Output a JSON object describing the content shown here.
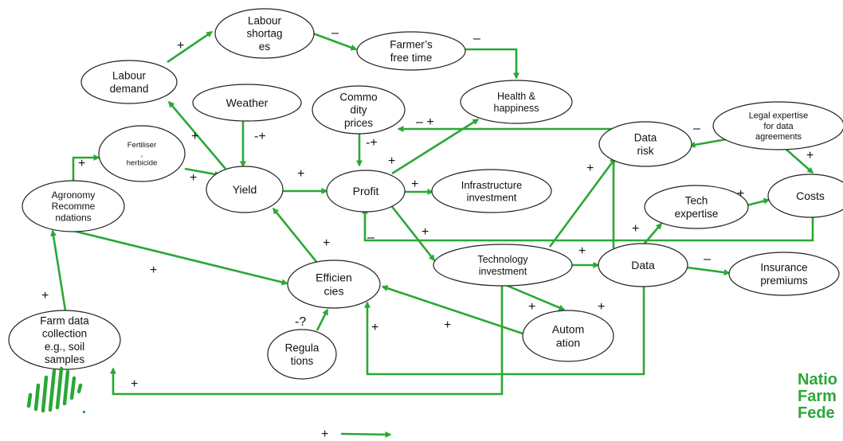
{
  "colors": {
    "edge": "#2aa836",
    "node_stroke": "#222222",
    "brand": "#2aa836"
  },
  "nodes": {
    "labour_shortages": [
      "Labour",
      "shortag",
      "es"
    ],
    "farmers_free_time": [
      "Farmer’s",
      "free time"
    ],
    "labour_demand": [
      "Labour",
      "demand"
    ],
    "weather": [
      "Weather"
    ],
    "commodity_prices": [
      "Commo",
      "dity",
      "prices"
    ],
    "health_happiness": [
      "Health &",
      "happiness"
    ],
    "legal_expertise": [
      "Legal expertise",
      "for data",
      "agreements"
    ],
    "data_risk": [
      "Data",
      "risk"
    ],
    "fertiliser": [
      "Fertiliser",
      ",",
      "herbicide"
    ],
    "agronomy": [
      "Agronomy",
      "Recomme",
      "ndations"
    ],
    "yield": [
      "Yield"
    ],
    "profit": [
      "Profit"
    ],
    "infrastructure": [
      "Infrastructure",
      "investment"
    ],
    "tech_expertise": [
      "Tech",
      "expertise"
    ],
    "costs": [
      "Costs"
    ],
    "technology_investment": [
      "Technology",
      "investment"
    ],
    "data": [
      "Data"
    ],
    "insurance": [
      "Insurance",
      "premiums"
    ],
    "efficiencies": [
      "Efficien",
      "cies"
    ],
    "farm_data": [
      "Farm data",
      "collection",
      "e.g., soil",
      "samples"
    ],
    "automation": [
      "Autom",
      "ation"
    ],
    "regulations": [
      "Regula",
      "tions"
    ]
  },
  "signs": {
    "s_ld_ls": "+",
    "s_ls_ft": "–",
    "s_ft_hh": "–",
    "s_yield_ld": "+",
    "s_weather_yield": "-+",
    "s_cp_hh": "– +",
    "s_cp_profit": "-+",
    "s_le_dr": "–",
    "s_le_costs": "+",
    "s_ag_fert": "+",
    "s_fert_yield": "+",
    "s_yield_profit": "+",
    "s_profit_infra": "+",
    "s_profit_hh": "+",
    "s_profit_tech": "+",
    "s_tech_dr": "+",
    "s_te_costs": "+",
    "s_data_te": "+",
    "s_costs_profit": "–",
    "s_tech_data": "+",
    "s_data_ins": "–",
    "s_ag_eff": "+",
    "s_eff_yield": "+",
    "s_fd_ag": "+",
    "s_reg_eff": "-?",
    "s_data_eff": "+",
    "s_tech_auto_l": "+",
    "s_tech_auto_r": "+",
    "s_auto_eff": "+",
    "s_tech_fd": "+"
  },
  "legend": {
    "sign": "+"
  },
  "brand": {
    "lines": [
      "Natio",
      "Farm",
      "Fede"
    ]
  }
}
